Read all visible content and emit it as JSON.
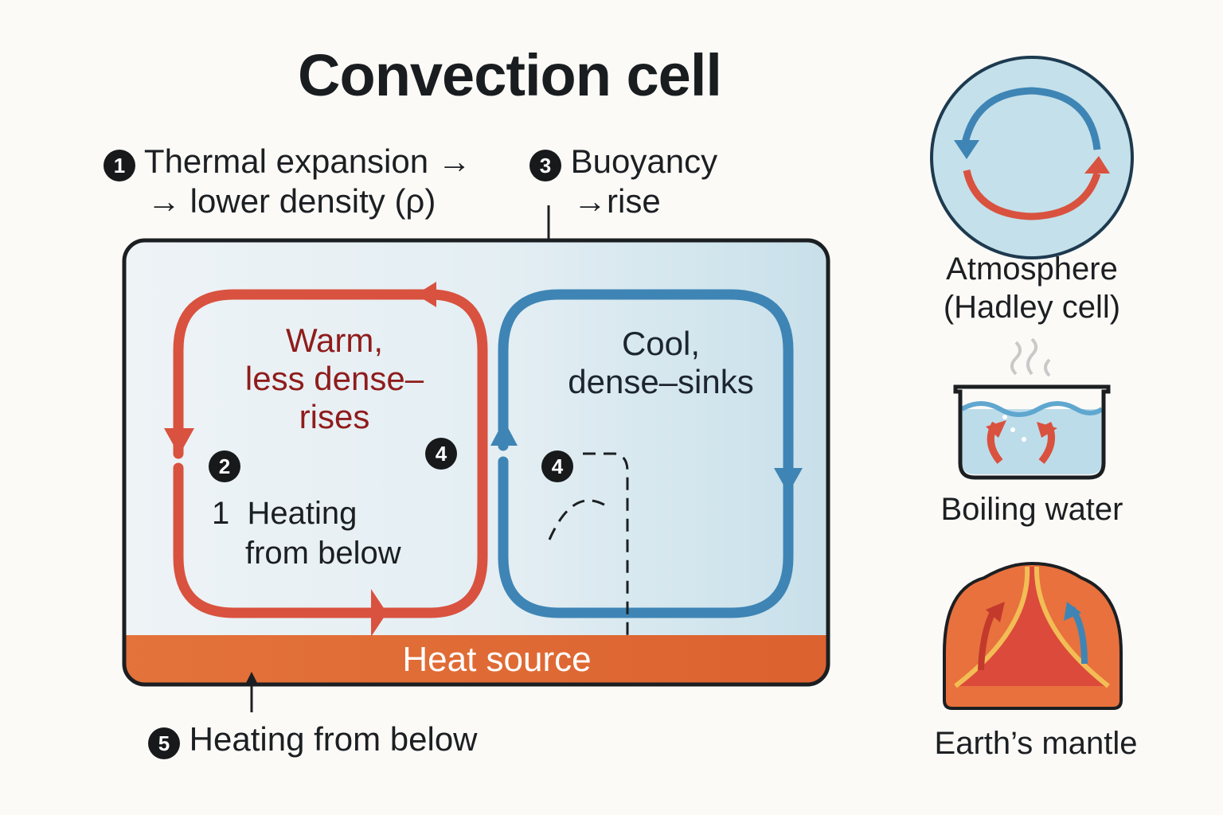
{
  "title": "Convection cell",
  "steps": {
    "s1_badge": "1",
    "s1_line1": "Thermal expansion →",
    "s1_line2": "→ lower density (ρ)",
    "s3_badge": "3",
    "s3_line1": "Buoyancy",
    "s3_line2": "→rise",
    "s5_badge": "5",
    "s5_text": "Heating from below"
  },
  "cell": {
    "warm_line1": "Warm,",
    "warm_line2": "less dense–",
    "warm_line3": "rises",
    "cool_line1": "Cool,",
    "cool_line2": "dense–sinks",
    "badge_2": "2",
    "badge_4_left": "4",
    "badge_4_right": "4",
    "heating_num": "1",
    "heating_line1": "Heating",
    "heating_line2": "from below",
    "heat_source": "Heat source"
  },
  "examples": [
    {
      "label_line1": "Atmosphere",
      "label_line2": "(Hadley cell)",
      "icon": "hadley-cell-icon"
    },
    {
      "label_line1": "Boiling water",
      "icon": "boiling-pot-icon"
    },
    {
      "label_line1": "Earth’s mantle",
      "icon": "mantle-icon"
    }
  ],
  "colors": {
    "warm": "#d9523f",
    "cool": "#3e85b5",
    "heat_source": "#e06a35",
    "cell_bg": "#e8f0f4"
  }
}
